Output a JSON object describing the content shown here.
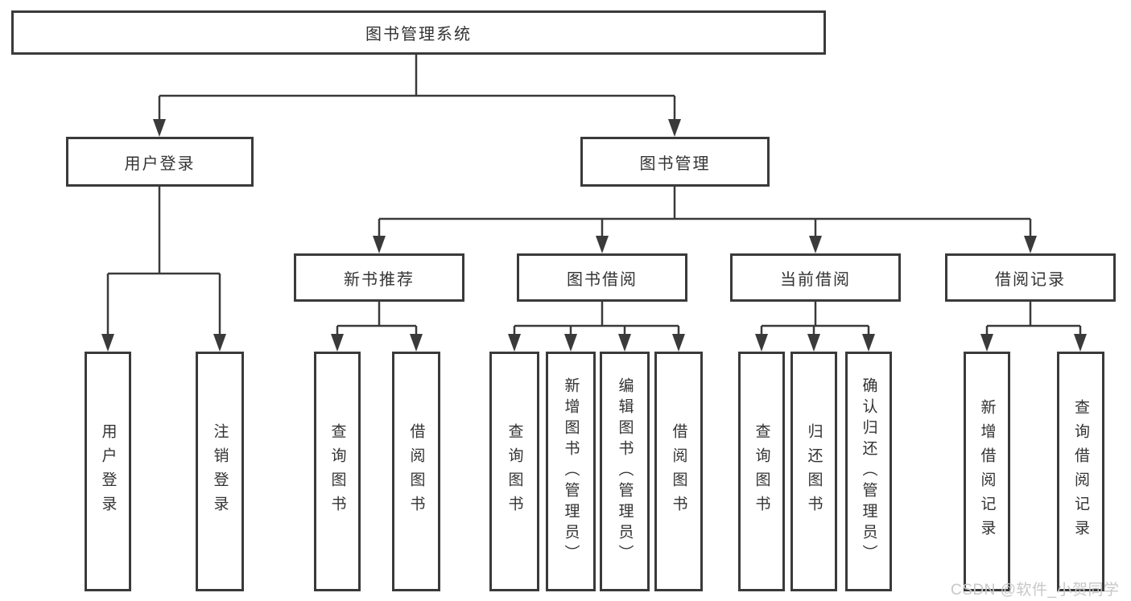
{
  "diagram": {
    "title": "图书管理系统",
    "type": "hierarchy-diagram",
    "colors": {
      "line": "#3a3a3a",
      "box_border": "#3a3a3a",
      "box_fill": "#ffffff",
      "text": "#333333",
      "watermark": "#c8c8c8",
      "background": "#ffffff"
    },
    "tree": {
      "label": "图书管理系统",
      "children": [
        {
          "label": "用户登录",
          "children": [
            {
              "label": "用户登录"
            },
            {
              "label": "注销登录"
            }
          ]
        },
        {
          "label": "图书管理",
          "children": [
            {
              "label": "新书推荐",
              "children": [
                {
                  "label": "查询图书"
                },
                {
                  "label": "借阅图书"
                }
              ]
            },
            {
              "label": "图书借阅",
              "children": [
                {
                  "label": "查询图书"
                },
                {
                  "label": "新增图书（管理员）"
                },
                {
                  "label": "编辑图书（管理员）"
                },
                {
                  "label": "借阅图书"
                }
              ]
            },
            {
              "label": "当前借阅",
              "children": [
                {
                  "label": "查询图书"
                },
                {
                  "label": "归还图书"
                },
                {
                  "label": "确认归还（管理员）"
                }
              ]
            },
            {
              "label": "借阅记录",
              "children": [
                {
                  "label": "新增借阅记录"
                },
                {
                  "label": "查询借阅记录"
                }
              ]
            }
          ]
        }
      ]
    },
    "watermark": "CSDN @软件_小贺同学"
  }
}
